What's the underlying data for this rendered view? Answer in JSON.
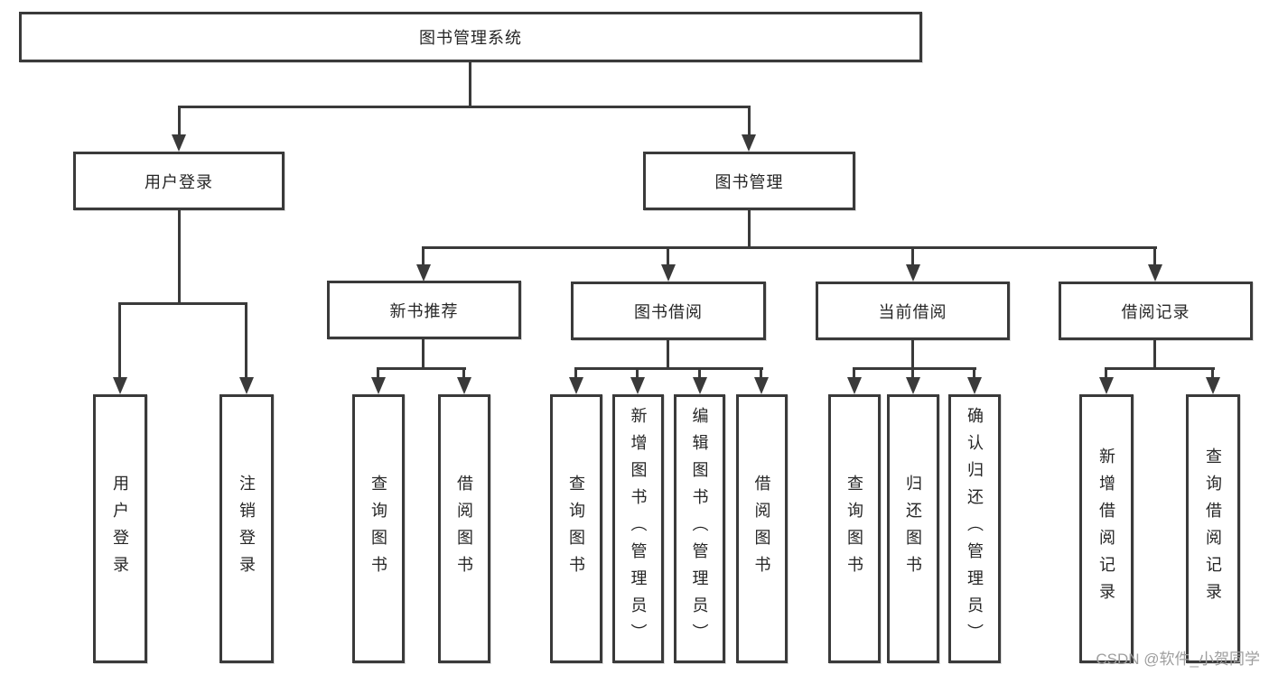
{
  "diagram": {
    "title": "图书管理系统",
    "watermark": "CSDN @软件_小贺同学",
    "colors": {
      "line": "#3a3a3a",
      "text": "#262626",
      "background": "#ffffff",
      "watermark": "#9e9e9e"
    },
    "nodes": {
      "root": {
        "label": "图书管理系统"
      },
      "level2": [
        {
          "label": "用户登录"
        },
        {
          "label": "图书管理"
        }
      ],
      "level3": [
        {
          "label": "新书推荐",
          "parent": "图书管理"
        },
        {
          "label": "图书借阅",
          "parent": "图书管理"
        },
        {
          "label": "当前借阅",
          "parent": "图书管理"
        },
        {
          "label": "借阅记录",
          "parent": "图书管理"
        }
      ],
      "leaves": [
        {
          "label": "用户登录",
          "parent": "用户登录"
        },
        {
          "label": "注销登录",
          "parent": "用户登录"
        },
        {
          "label": "查询图书",
          "parent": "新书推荐"
        },
        {
          "label": "借阅图书",
          "parent": "新书推荐"
        },
        {
          "label": "查询图书",
          "parent": "图书借阅"
        },
        {
          "label": "新增图书（管理员）",
          "parent": "图书借阅"
        },
        {
          "label": "编辑图书（管理员）",
          "parent": "图书借阅"
        },
        {
          "label": "借阅图书",
          "parent": "图书借阅"
        },
        {
          "label": "查询图书",
          "parent": "当前借阅"
        },
        {
          "label": "归还图书",
          "parent": "当前借阅"
        },
        {
          "label": "确认归还（管理员）",
          "parent": "当前借阅"
        },
        {
          "label": "新增借阅记录",
          "parent": "借阅记录"
        },
        {
          "label": "查询借阅记录",
          "parent": "借阅记录"
        }
      ]
    }
  }
}
